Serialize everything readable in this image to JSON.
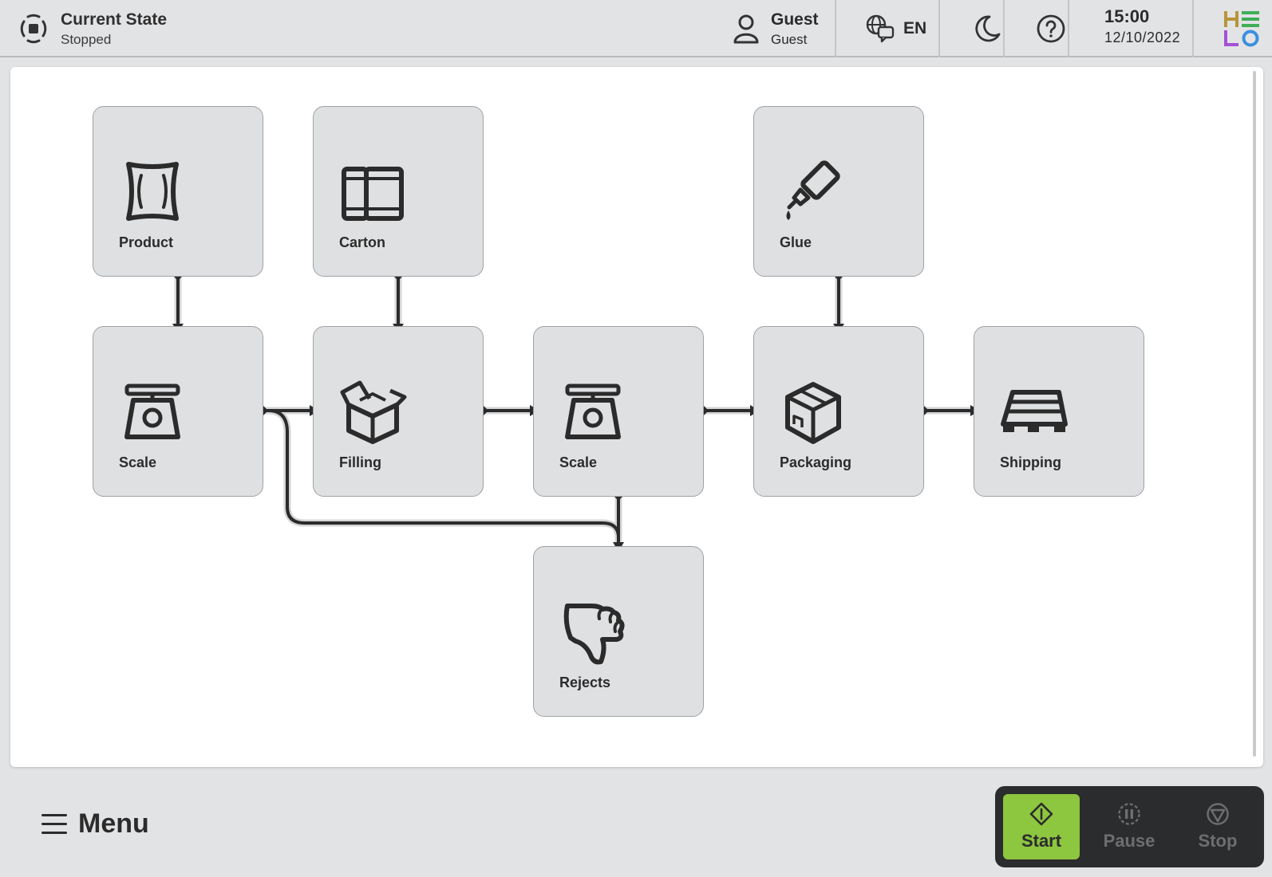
{
  "header": {
    "state_title": "Current State",
    "state_value": "Stopped",
    "user_name": "Guest",
    "user_role": "Guest",
    "language": "EN",
    "time": "15:00",
    "date": "12/10/2022",
    "icons": {
      "state": "stop-circle-icon",
      "user": "user-icon",
      "language": "globe-chat-icon",
      "theme": "moon-icon",
      "help": "help-circle-icon",
      "logo": "helo-logo"
    },
    "logo_colors": [
      "#b8953a",
      "#3fae57",
      "#a54fd6",
      "#3b8fe0"
    ]
  },
  "flow": {
    "nodes": [
      {
        "id": "product",
        "label": "Product",
        "icon": "pouch-icon"
      },
      {
        "id": "carton",
        "label": "Carton",
        "icon": "carton-icon"
      },
      {
        "id": "glue",
        "label": "Glue",
        "icon": "glue-bottle-icon"
      },
      {
        "id": "scale-1",
        "label": "Scale",
        "icon": "scale-icon"
      },
      {
        "id": "filling",
        "label": "Filling",
        "icon": "open-box-icon"
      },
      {
        "id": "scale-2",
        "label": "Scale",
        "icon": "scale-icon"
      },
      {
        "id": "packaging",
        "label": "Packaging",
        "icon": "box-icon"
      },
      {
        "id": "shipping",
        "label": "Shipping",
        "icon": "pallet-icon"
      },
      {
        "id": "rejects",
        "label": "Rejects",
        "icon": "thumbs-down-icon"
      }
    ]
  },
  "footer": {
    "menu_label": "Menu",
    "start_label": "Start",
    "pause_label": "Pause",
    "stop_label": "Stop",
    "start_color": "#8dc63f"
  }
}
